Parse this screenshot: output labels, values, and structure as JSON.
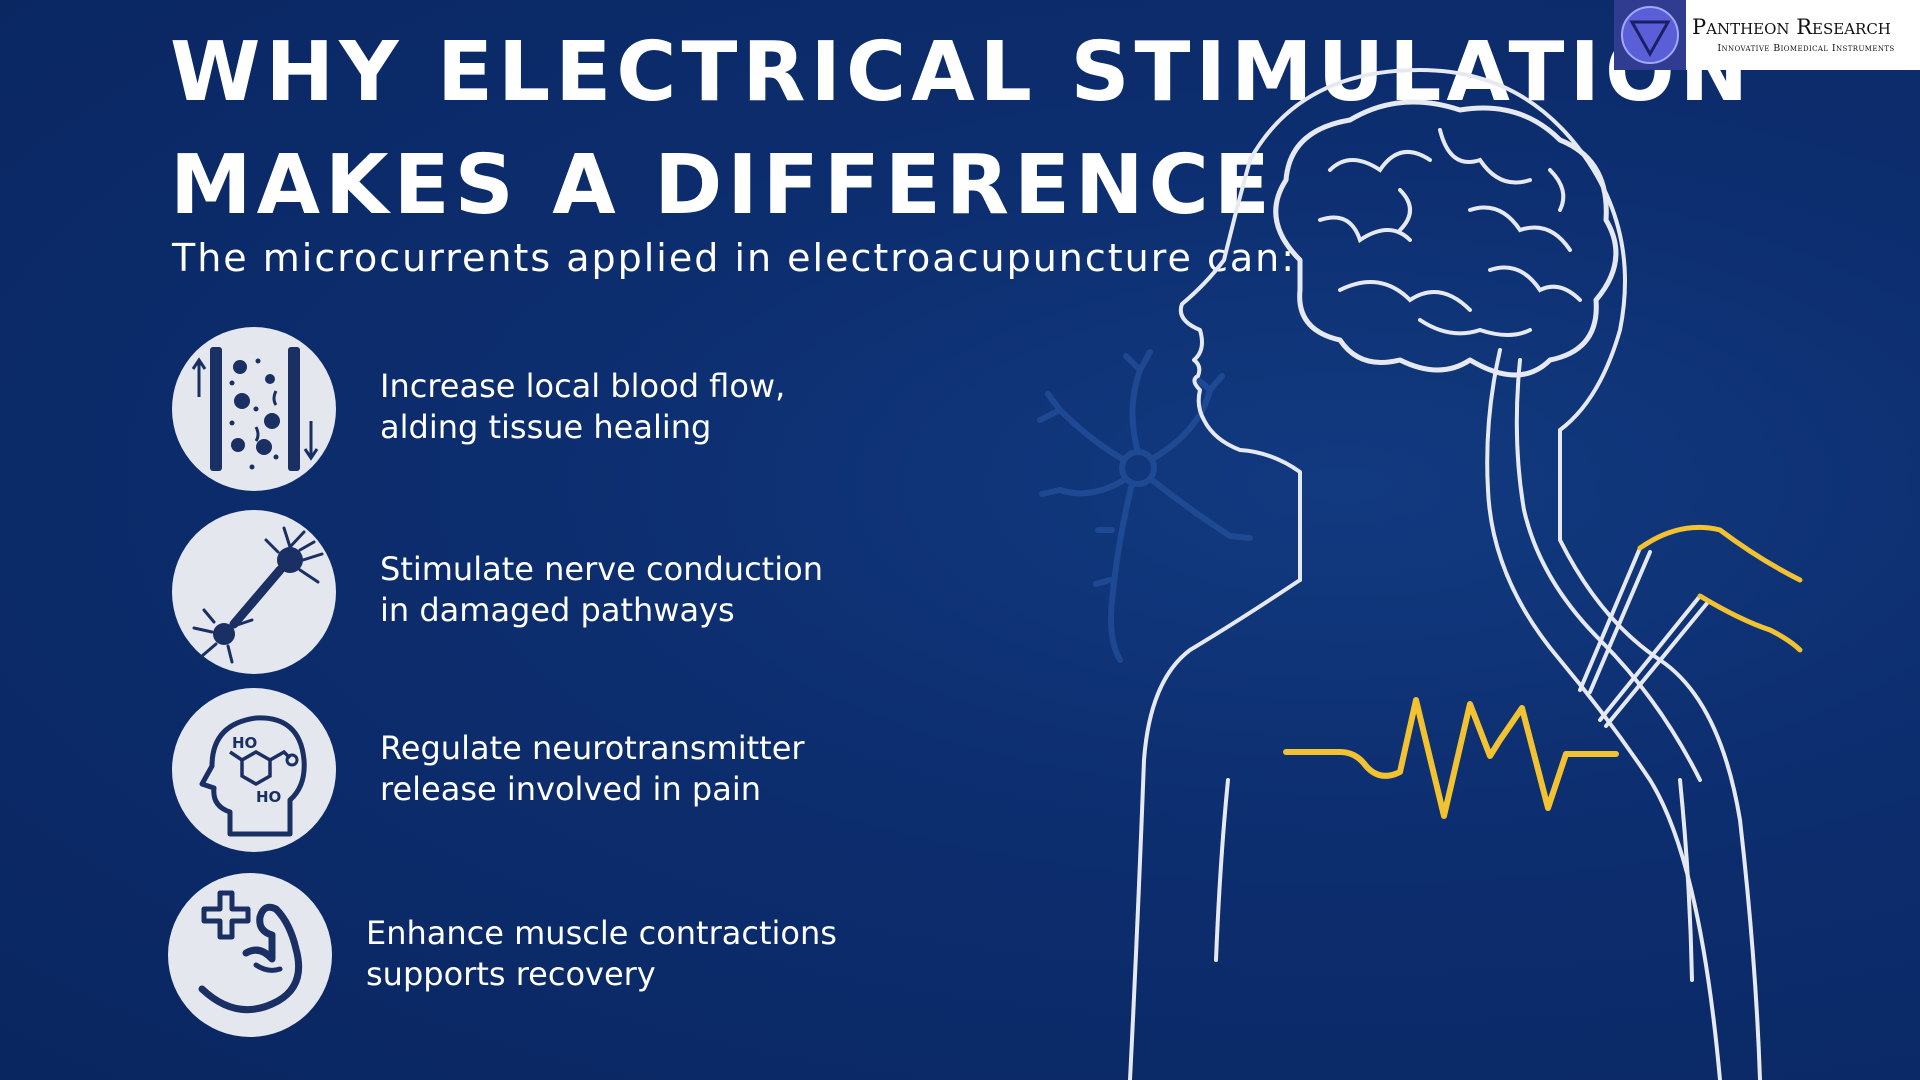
{
  "header": {
    "title_line1": "Why Electrical Stimulation",
    "title_line2": "Makes a Difference",
    "subtitle": "The microcurrents applied in electroacupuncture can:"
  },
  "logo": {
    "name": "Pantheon Research",
    "tagline": "Innovative Biomedical Instruments",
    "icon": "triangle-in-circle-logo-icon"
  },
  "benefits": [
    {
      "icon": "blood-vessel-icon",
      "line1": "Increase local blood flow,",
      "line2": "alding tissue healing"
    },
    {
      "icon": "neuron-icon",
      "line1": "Stimulate nerve conduction",
      "line2": "in damaged pathways"
    },
    {
      "icon": "head-molecule-icon",
      "line1": "Regulate neurotransmitter",
      "line2": "release involved in pain"
    },
    {
      "icon": "muscle-plus-icon",
      "line1": "Enhance muscle contractions",
      "line2": "supports recovery"
    }
  ],
  "illustration": {
    "icon": "human-brain-outline-icon"
  },
  "colors": {
    "background": "#0c2b6b",
    "accent_yellow": "#f2c230",
    "icon_circle": "#e4e8ee",
    "icon_ink": "#1a2f63",
    "outline": "#e6e9ef"
  }
}
